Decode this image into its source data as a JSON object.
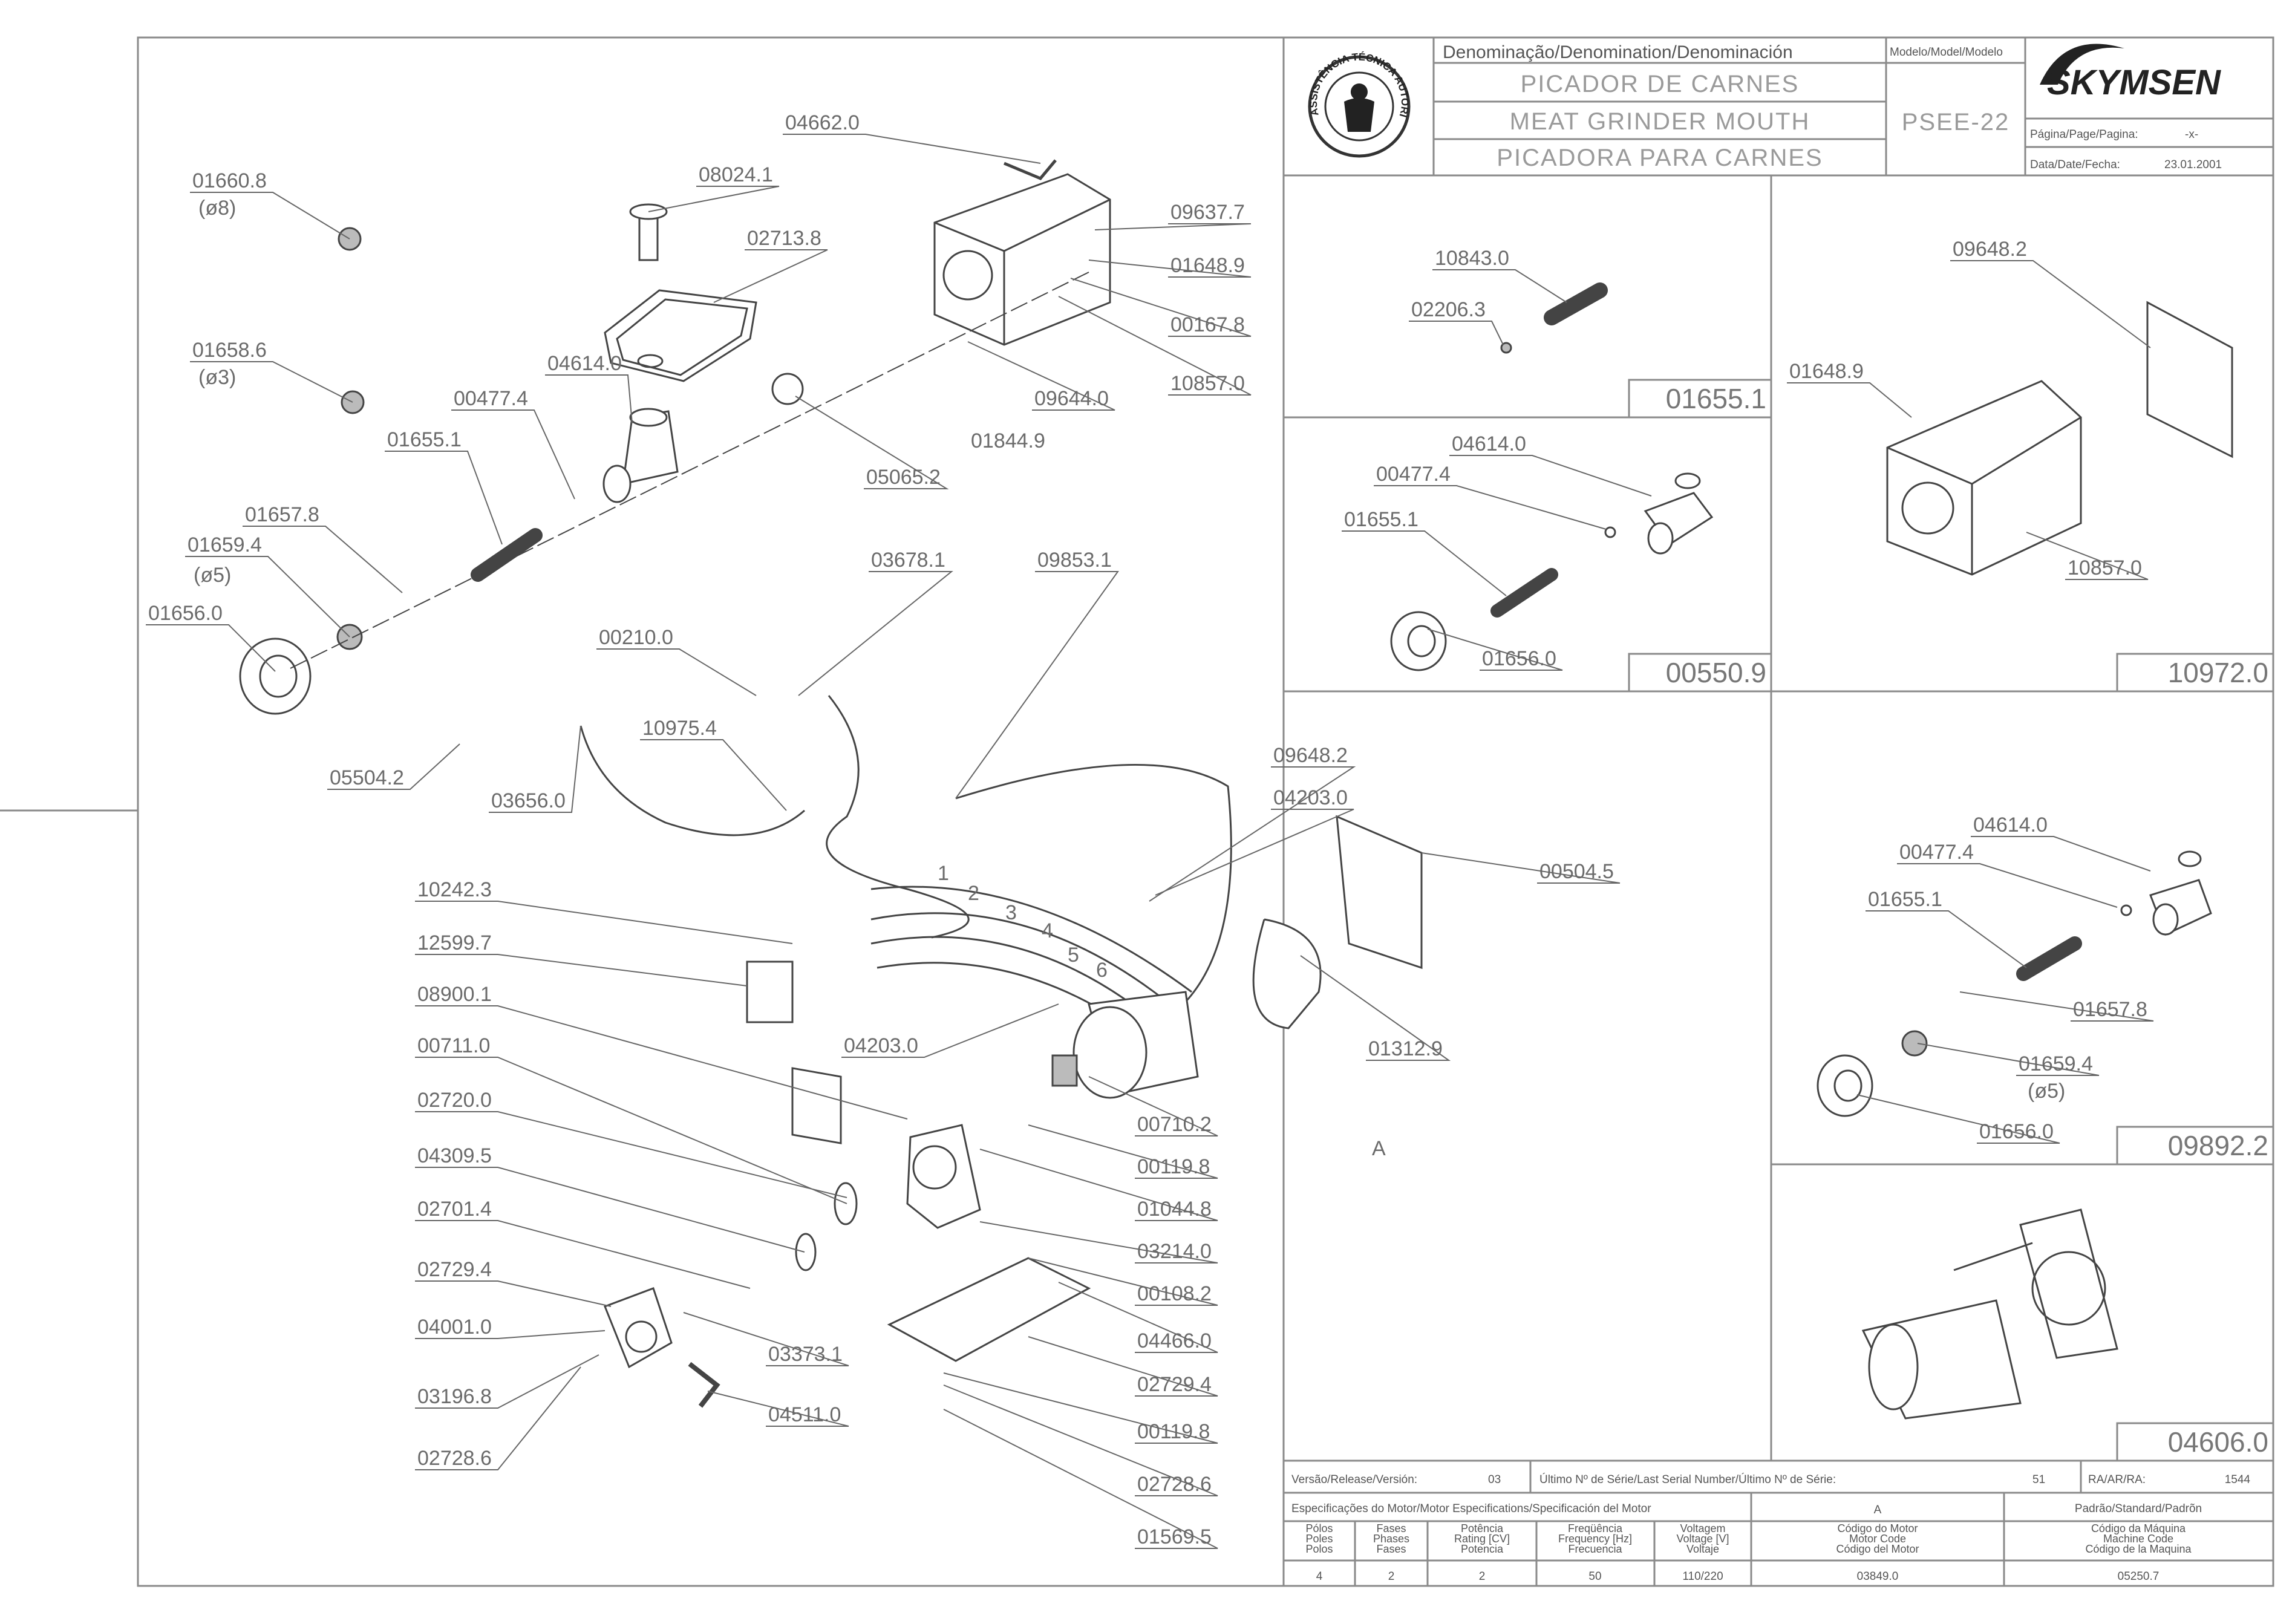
{
  "header": {
    "denomination_label": "Denominação/Denomination/Denominación",
    "model_label": "Modelo/Model/Modelo",
    "title_pt": "PICADOR DE CARNES",
    "title_en": "MEAT GRINDER MOUTH",
    "title_es": "PICADORA PARA CARNES",
    "model": "PSEE-22",
    "brand": "SKYMSEN",
    "seal_text": "ASSISTÊNCIA TÉCNICA AUTORIZADA",
    "page_label": "Página/Page/Pagina:",
    "page_value": "-x-",
    "date_label": "Data/Date/Fecha:",
    "date_value": "23.01.2001"
  },
  "main_labels": [
    "04662.0",
    "08024.1",
    "01660.8",
    "(ø8)",
    "02713.8",
    "09637.7",
    "01648.9",
    "00167.8",
    "10857.0",
    "09644.0",
    "01844.9",
    "05065.2",
    "01658.6",
    "(ø3)",
    "04614.0",
    "00477.4",
    "01655.1",
    "01657.8",
    "01659.4",
    "(ø5)",
    "01656.0",
    "03678.1",
    "09853.1",
    "00210.0",
    "10975.4",
    "05504.2",
    "03656.0",
    "09648.2",
    "04203.0",
    "00504.5",
    "10242.3",
    "12599.7",
    "08900.1",
    "00711.0",
    "02720.0",
    "04309.5",
    "02701.4",
    "02729.4",
    "04001.0",
    "03196.8",
    "02728.6",
    "04203.0",
    "00710.2",
    "00119.8",
    "01044.8",
    "03214.0",
    "00108.2",
    "04466.0",
    "02729.4",
    "00119.8",
    "02728.6",
    "01569.5",
    "03373.1",
    "04511.0",
    "01312.9",
    "A",
    "1",
    "2",
    "3",
    "4",
    "5",
    "6"
  ],
  "panel_01655": {
    "id": "01655.1",
    "labels": [
      "10843.0",
      "02206.3"
    ]
  },
  "panel_00550": {
    "id": "00550.9",
    "labels": [
      "04614.0",
      "00477.4",
      "01655.1",
      "01656.0"
    ]
  },
  "panel_10972": {
    "id": "10972.0",
    "labels": [
      "09648.2",
      "01648.9",
      "10857.0"
    ]
  },
  "panel_09892": {
    "id": "09892.2",
    "labels": [
      "04614.0",
      "00477.4",
      "01655.1",
      "01657.8",
      "01659.4",
      "(ø5)",
      "01656.0"
    ]
  },
  "panel_04606": {
    "id": "04606.0"
  },
  "footer": {
    "version_label": "Versão/Release/Versión:",
    "version_value": "03",
    "serial_label": "Último Nº de Série/Last Serial Number/Último Nº de Série:",
    "serial_value": "51",
    "ra_label": "RA/AR/RA:",
    "ra_value": "1544",
    "motor_spec_label": "Especificações do Motor/Motor Especifications/Specificación del Motor",
    "motor_a": "A",
    "standard_label": "Padrão/Standard/Padrõn",
    "col_poles": [
      "Pólos",
      "Poles",
      "Polos"
    ],
    "col_phases": [
      "Fases",
      "Phases",
      "Fases"
    ],
    "col_power": [
      "Potência",
      "Rating [CV]",
      "Potencia"
    ],
    "col_freq": [
      "Freqüência",
      "Frequency [Hz]",
      "Frecuencia"
    ],
    "col_volt": [
      "Voltagem",
      "Voltage [V]",
      "Voltaje"
    ],
    "col_motor": [
      "Código do Motor",
      "Motor Code",
      "Código del Motor"
    ],
    "col_machine": [
      "Código da Máquina",
      "Machine Code",
      "Código de la Maquina"
    ],
    "val_poles": "4",
    "val_phases": "2",
    "val_power": "2",
    "val_freq": "50",
    "val_volt": "110/220",
    "val_motor": "03849.0",
    "val_machine": "05250.7"
  }
}
